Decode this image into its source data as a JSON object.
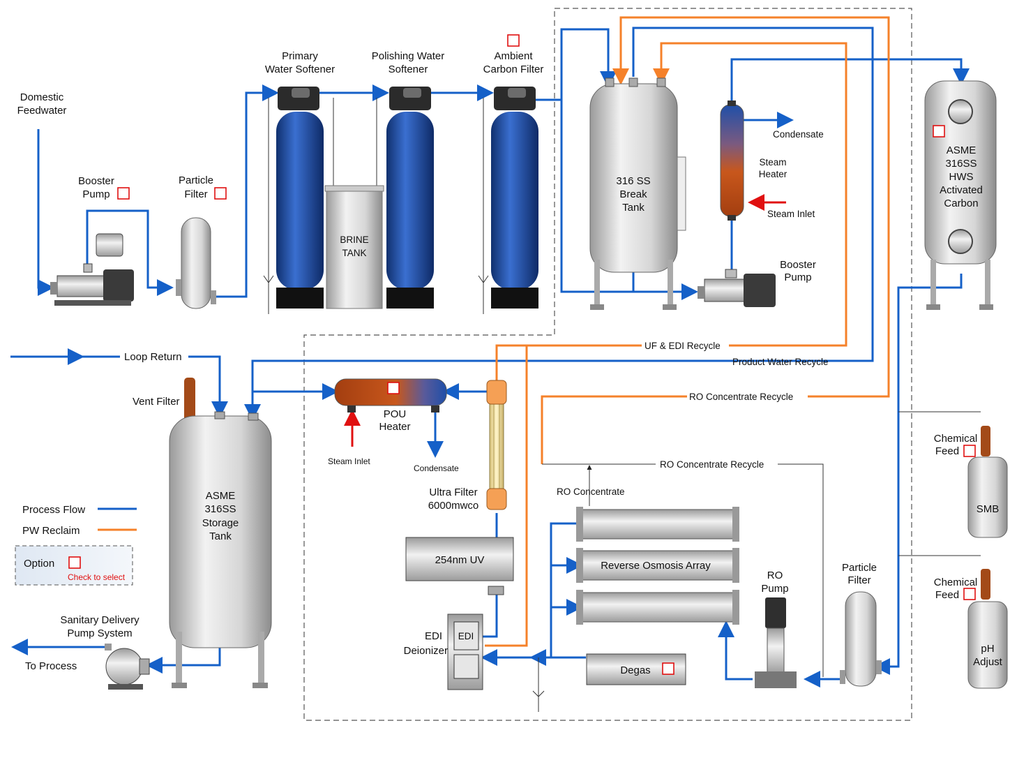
{
  "labels": {
    "domestic_feedwater": [
      "Domestic",
      "Feedwater"
    ],
    "booster_pump_1": [
      "Booster",
      "Pump"
    ],
    "particle_filter_1": [
      "Particle",
      "Filter"
    ],
    "primary_softener": [
      "Primary",
      "Water Softener"
    ],
    "polishing_softener": [
      "Polishing Water",
      "Softener"
    ],
    "carbon_filter": [
      "Ambient",
      "Carbon Filter"
    ],
    "brine_tank": [
      "BRINE",
      "TANK"
    ],
    "break_tank": [
      "316 SS",
      "Break",
      "Tank"
    ],
    "condensate_top": "Condensate",
    "steam_heater": [
      "Steam",
      "Heater"
    ],
    "steam_inlet_top": "Steam Inlet",
    "booster_pump_2": [
      "Booster",
      "Pump"
    ],
    "hws_carbon": [
      "ASME",
      "316SS",
      "HWS",
      "Activated",
      "Carbon"
    ],
    "loop_return": "Loop Return",
    "vent_filter": "Vent Filter",
    "uf_edi_recycle": "UF & EDI Recycle",
    "product_water_recycle": "Product Water Recycle",
    "ro_concentrate_recycle_1": "RO Concentrate Recycle",
    "ro_concentrate_recycle_2": "RO Concentrate Recycle",
    "pou_heater": [
      "POU",
      "Heater"
    ],
    "steam_inlet_pou": "Steam Inlet",
    "condensate_pou": "Condensate",
    "ultra_filter": [
      "Ultra Filter",
      "6000mwco"
    ],
    "uv": "254nm UV",
    "edi": "EDI",
    "edi_deionizer": [
      "EDI",
      "Deionizer"
    ],
    "ro_concentrate": "RO Concentrate",
    "ro_array": "Reverse Osmosis Array",
    "ro_pump": [
      "RO",
      "Pump"
    ],
    "particle_filter_2": [
      "Particle",
      "Filter"
    ],
    "degas": "Degas",
    "chemical_feed_1": [
      "Chemical",
      "Feed"
    ],
    "smb": "SMB",
    "chemical_feed_2": [
      "Chemical",
      "Feed"
    ],
    "ph_adjust": [
      "pH",
      "Adjust"
    ],
    "storage_tank": [
      "ASME",
      "316SS",
      "Storage",
      "Tank"
    ],
    "sanitary_delivery": [
      "Sanitary Delivery",
      "Pump System"
    ],
    "to_process": "To Process"
  },
  "legend": {
    "process_flow": "Process Flow",
    "pw_reclaim": "PW Reclaim",
    "option": "Option",
    "check_to_select": "Check to select"
  },
  "colors": {
    "process_flow": "#1560c8",
    "pw_reclaim": "#f5812a",
    "option_box": "#e01010",
    "steam": "#e01010",
    "softener_blue": "#1f4fa8"
  }
}
